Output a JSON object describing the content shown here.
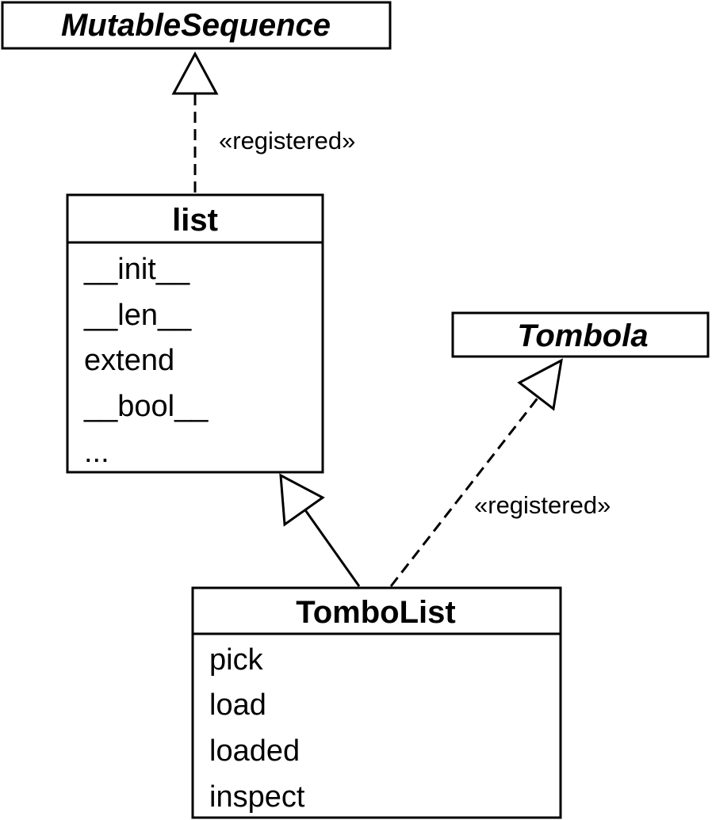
{
  "classes": {
    "mutable_sequence": {
      "name": "MutableSequence",
      "abstract": true
    },
    "list": {
      "name": "list",
      "abstract": false,
      "members": [
        "__init__",
        "__len__",
        "extend",
        "__bool__",
        "..."
      ]
    },
    "tombola": {
      "name": "Tombola",
      "abstract": true
    },
    "tombolist": {
      "name": "TomboList",
      "abstract": false,
      "members": [
        "pick",
        "load",
        "loaded",
        "inspect"
      ]
    }
  },
  "relations": [
    {
      "from": "list",
      "to": "MutableSequence",
      "kind": "virtual-subclass",
      "label": "«registered»"
    },
    {
      "from": "TomboList",
      "to": "list",
      "kind": "inheritance"
    },
    {
      "from": "TomboList",
      "to": "Tombola",
      "kind": "virtual-subclass",
      "label": "«registered»"
    }
  ],
  "colors": {
    "line": "#000000",
    "background": "#ffffff"
  }
}
